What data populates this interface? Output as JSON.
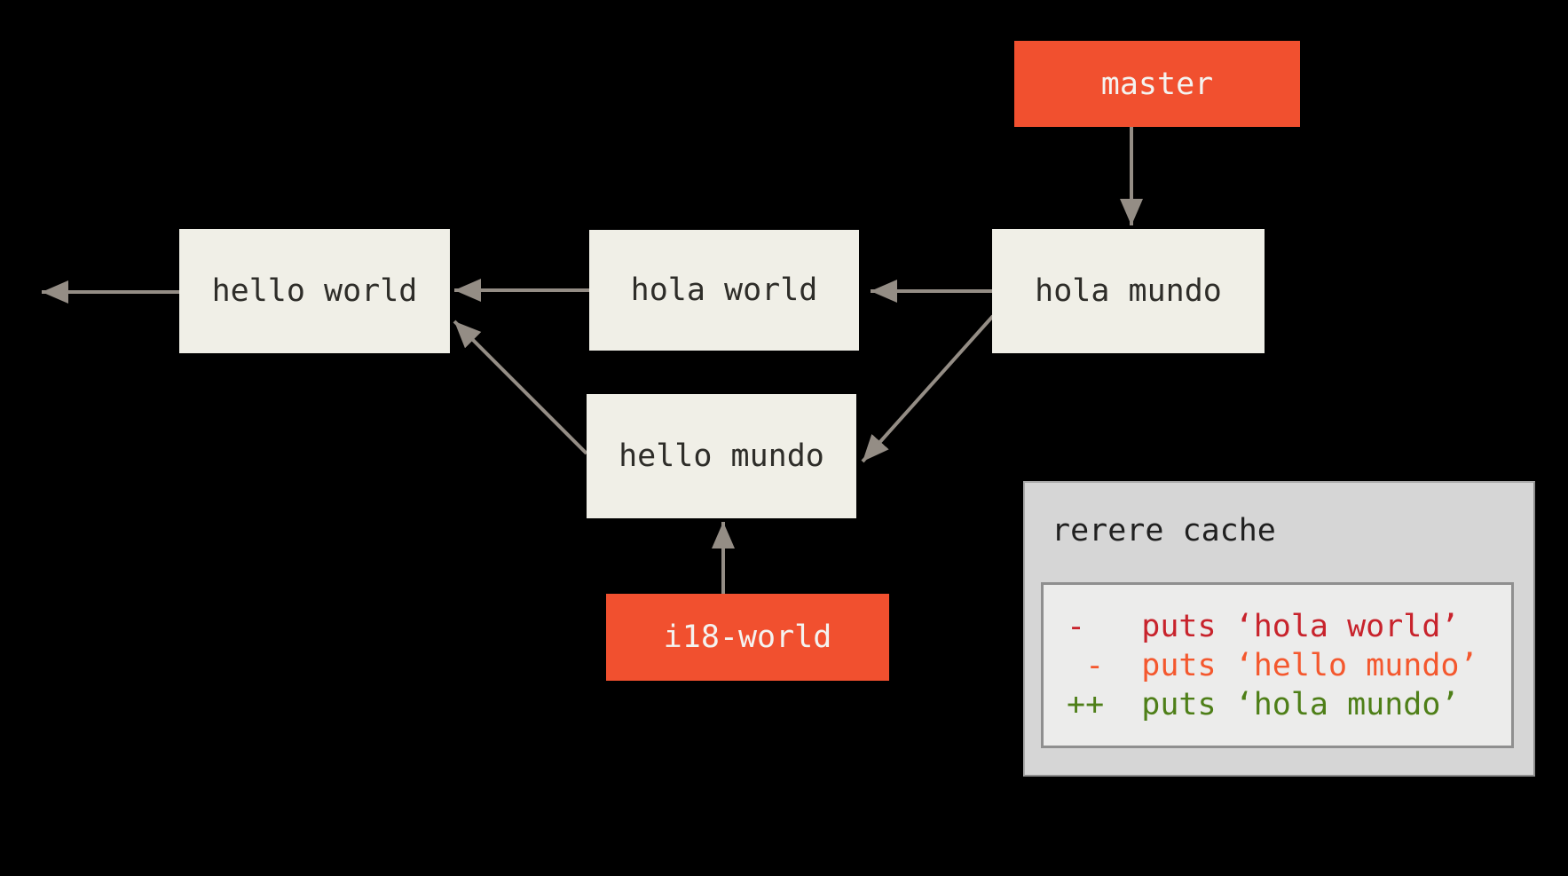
{
  "commits": [
    {
      "label": "hello world"
    },
    {
      "label": "hola world"
    },
    {
      "label": "hola mundo"
    },
    {
      "label": "hello mundo"
    }
  ],
  "branches": [
    {
      "label": "master"
    },
    {
      "label": "i18-world"
    }
  ],
  "rerere": {
    "title": "rerere cache",
    "lines": [
      {
        "text": "-   puts ‘hola world’",
        "color": "#c8232c"
      },
      {
        "text": " -  puts ‘hello mundo’",
        "color": "#f4582e"
      },
      {
        "text": "++  puts ‘hola mundo’",
        "color": "#4e7f18"
      }
    ]
  },
  "colors": {
    "background": "#000000",
    "commit_box": "#f0efe7",
    "commit_text": "#2e2d29",
    "branch_box": "#f1502f",
    "branch_text": "#f4f3f0",
    "arrow": "#948d85",
    "rerere_outer_bg": "#d6d6d6",
    "rerere_inner_bg": "#ececeb"
  }
}
